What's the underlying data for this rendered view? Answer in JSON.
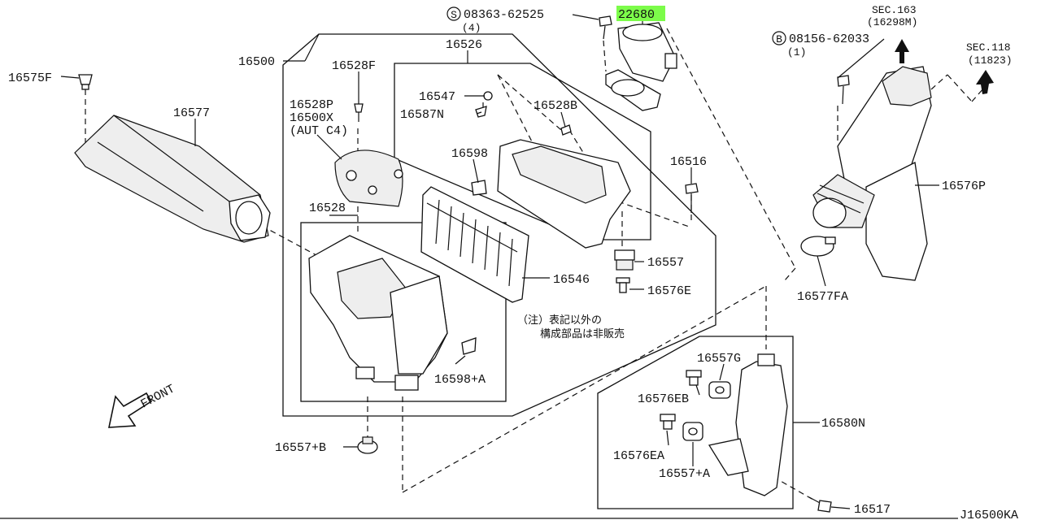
{
  "diagram": {
    "highlight_color": "#7CFC4A",
    "main_assembly": "16500",
    "sec_refs": [
      {
        "line1": "SEC.163",
        "line2": "(16298M)"
      },
      {
        "line1": "SEC.118",
        "line2": "(11823)"
      }
    ],
    "bolt_refs": [
      {
        "symbol": "S",
        "number": "08363-62525",
        "qty": "(4)"
      },
      {
        "symbol": "B",
        "number": "08156-62033",
        "qty": "(1)"
      }
    ],
    "parts": {
      "p22680": "22680",
      "p16575F": "16575F",
      "p16577": "16577",
      "p16500": "16500",
      "p16528F": "16528F",
      "p16528P": "16528P",
      "p16500X": "16500X",
      "p16500X_note": "(AUT C4)",
      "p16528": "16528",
      "p16526": "16526",
      "p16547": "16547",
      "p16587N": "16587N",
      "p16528B": "16528B",
      "p16598": "16598",
      "p16516": "16516",
      "p16557": "16557",
      "p16576E": "16576E",
      "p16546": "16546",
      "p16598A": "16598+A",
      "p16557B": "16557+B",
      "p16576P": "16576P",
      "p16577FA": "16577FA",
      "p16557G": "16557G",
      "p16576EB": "16576EB",
      "p16580N": "16580N",
      "p16576EA": "16576EA",
      "p16557A": "16557+A",
      "p16517": "16517"
    },
    "note_line1": "（注）表記以外の",
    "note_line2": "構成部品は非販売",
    "front_label": "FRONT",
    "diagram_code": "J16500KA"
  }
}
